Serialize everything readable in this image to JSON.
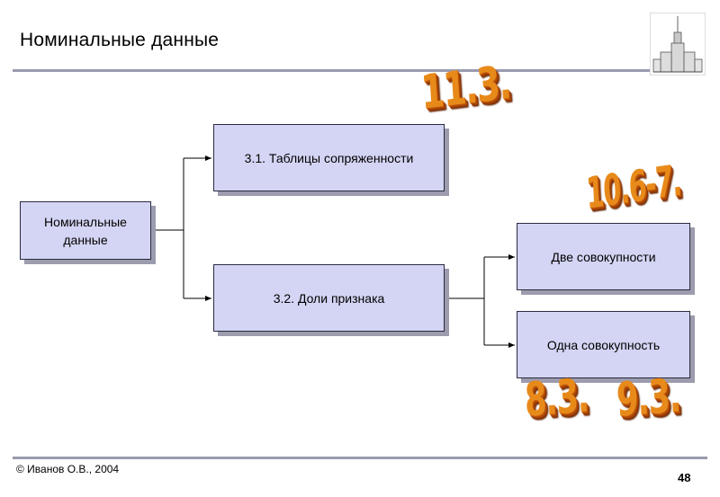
{
  "slide": {
    "title": "Номинальные данные",
    "footer": "© Иванов О.В., 2004",
    "page_number": "48"
  },
  "diagram": {
    "root": "Номинальные данные",
    "branch_1": "3.1. Таблицы сопряженности",
    "branch_2": "3.2. Доли признака",
    "sub_1": "Две совокупности",
    "sub_2": "Одна совокупность"
  },
  "badges": {
    "b1": "11.3.",
    "b2": "10.6-7.",
    "b3": "8.3.",
    "b4": "9.3."
  },
  "colors": {
    "box_fill": "#d4d4f4",
    "badge": "#e88a1a",
    "rule": "#9a9ab0"
  },
  "icons": {
    "logo": "university-building-logo"
  }
}
